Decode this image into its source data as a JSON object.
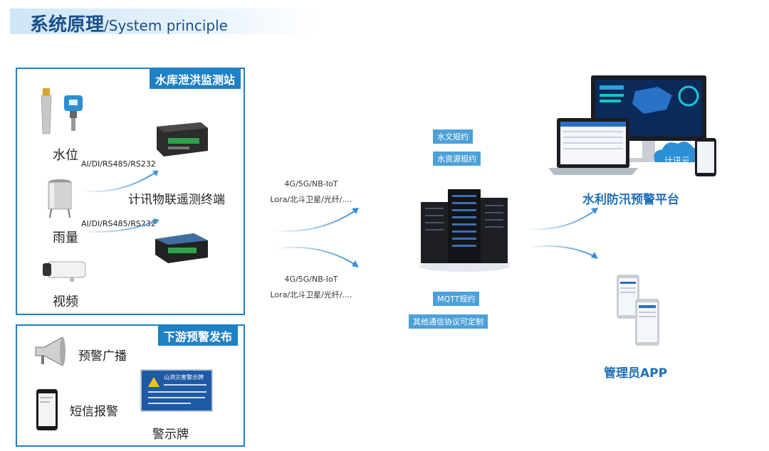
{
  "header": {
    "title_cn": "系统原理",
    "title_en": "/System principle"
  },
  "station": {
    "tag": "水库泄洪监测站",
    "water_level": "水位",
    "rain": "雨量",
    "video": "视频",
    "iface_1": "AI/DI/RS485/RS232",
    "iface_2": "AI/DI/RS485/RS232",
    "terminal": "计讯物联遥测终端"
  },
  "downstream": {
    "tag": "下游预警发布",
    "broadcast": "预警广播",
    "sms": "短信报警",
    "sign": "警示牌",
    "sign_board_title": "山洪灾害警示牌"
  },
  "network": {
    "upper_line1": "4G/5G/NB-IoT",
    "upper_line2": "Lora/北斗卫星/光纤/....",
    "lower_line1": "4G/5G/NB-IoT",
    "lower_line2": "Lora/北斗卫星/光纤/...."
  },
  "protocols": {
    "hydrology": "水文规约",
    "water_resource": "水资源规约",
    "mqtt": "MQTT规约",
    "custom": "其他通信协议可定制"
  },
  "outputs": {
    "platform": "水利防汛预警平台",
    "cloud": "计讯云",
    "app": "管理员APP"
  },
  "colors": {
    "accent": "#1e80c5",
    "tag_bg": "#4ca1d8",
    "title": "#1b4f8a"
  }
}
